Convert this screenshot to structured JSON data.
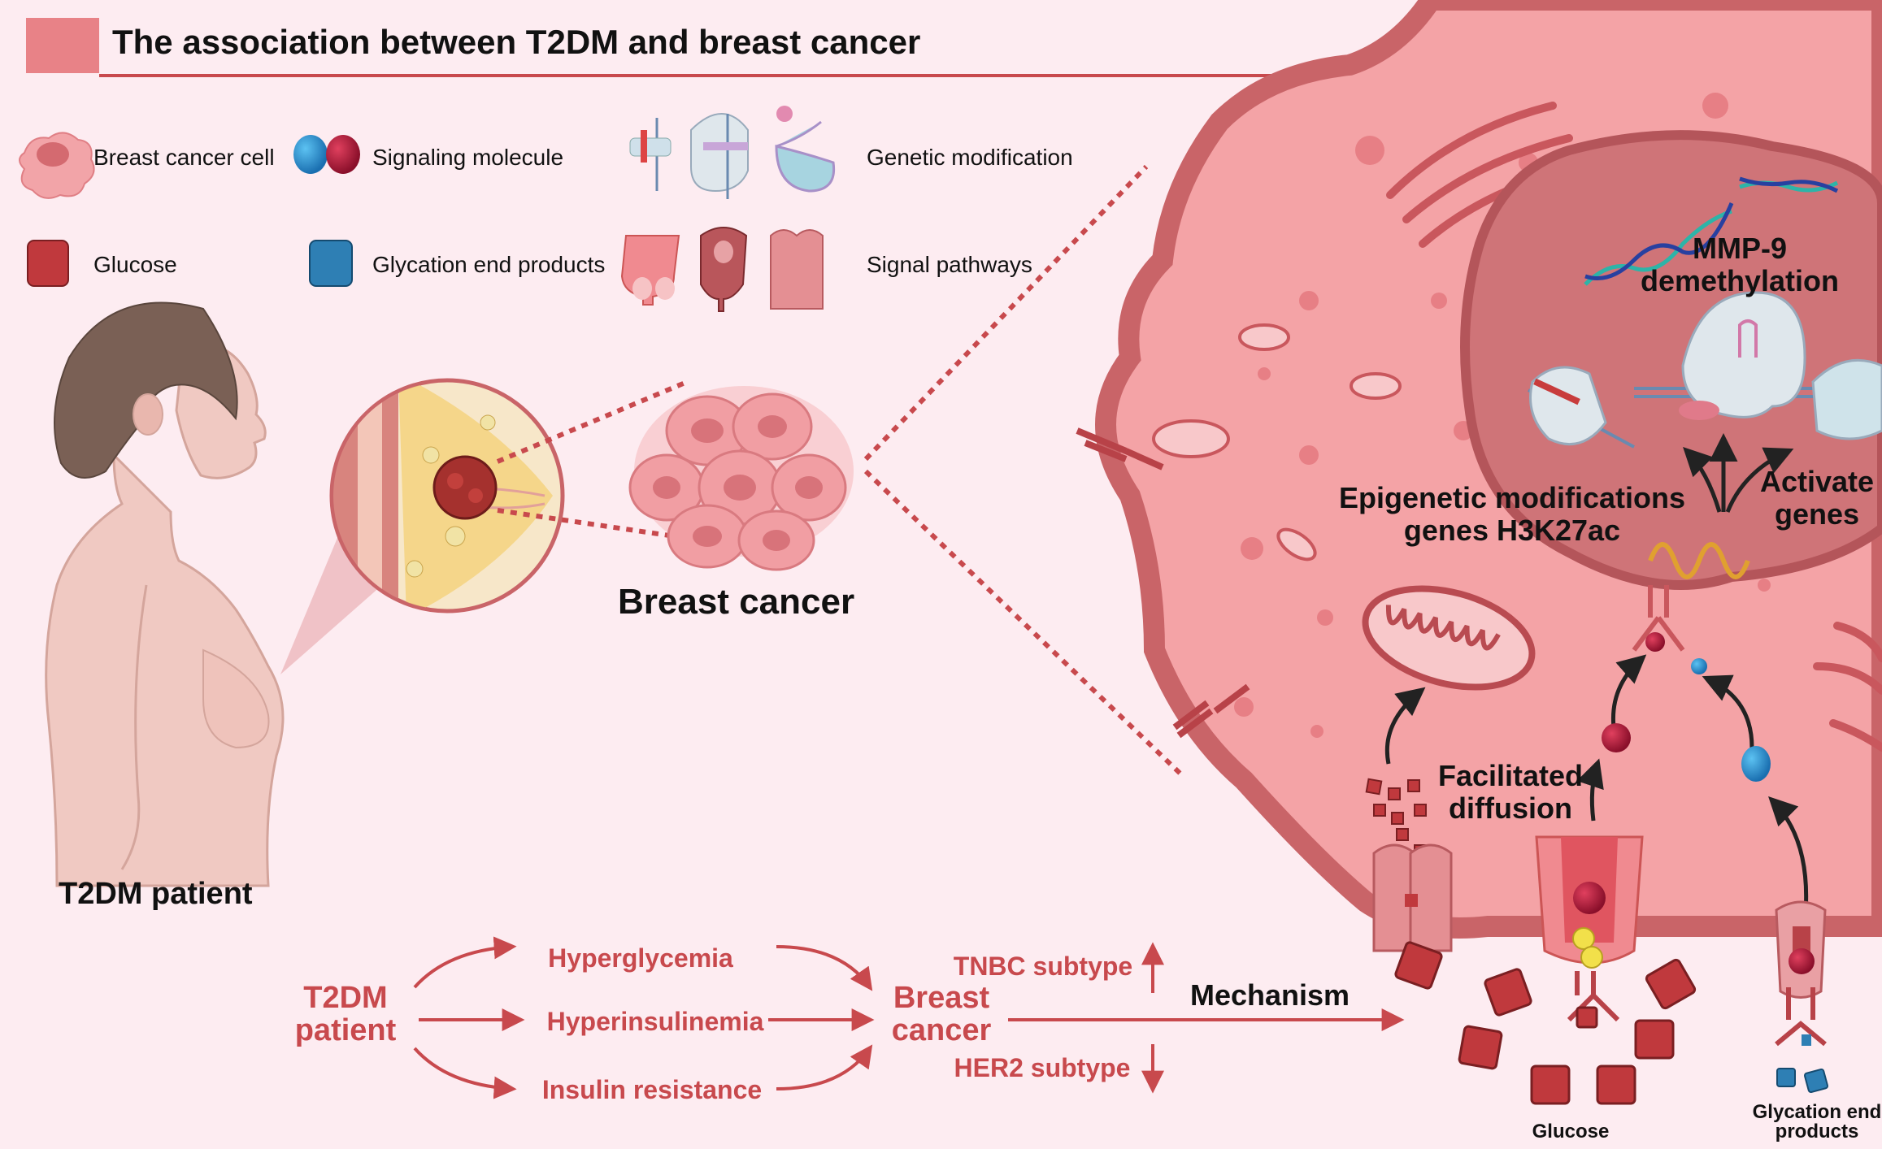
{
  "header": {
    "title": "The association between T2DM and breast cancer"
  },
  "legend": {
    "breast_cancer_cell": "Breast cancer cell",
    "signaling_molecule": "Signaling molecule",
    "genetic_modification": "Genetic modification",
    "glucose": "Glucose",
    "glycation_end_products": "Glycation end products",
    "signal_pathways": "Signal pathways"
  },
  "patient": {
    "label": "T2DM patient"
  },
  "tumor": {
    "label": "Breast cancer"
  },
  "flow": {
    "source_line1": "T2DM",
    "source_line2": "patient",
    "hyperglycemia": "Hyperglycemia",
    "hyperinsulinemia": "Hyperinsulinemia",
    "insulin_resistance": "Insulin resistance",
    "target_line1": "Breast",
    "target_line2": "cancer",
    "tnbc": "TNBC subtype",
    "her2": "HER2 subtype",
    "mechanism": "Mechanism"
  },
  "cell": {
    "mmp9_line1": "MMP-9",
    "mmp9_line2": "demethylation",
    "epi_line1": "Epigenetic modifications",
    "epi_line2": "genes H3K27ac",
    "activate_line1": "Activate",
    "activate_line2": "genes",
    "facilitated_line1": "Facilitated",
    "facilitated_line2": "diffusion",
    "glucose": "Glucose",
    "glycation_line1": "Glycation end",
    "glycation_line2": "products"
  },
  "colors": {
    "background": "#fdecf1",
    "accent": "#c8494d",
    "cell_fill": "#f4a3a6",
    "cell_membrane": "#c96468",
    "nucleus": "#cf7478",
    "glucose": "#c0393d",
    "age_blue": "#2e7fb4",
    "flow_text": "#c8494d"
  }
}
